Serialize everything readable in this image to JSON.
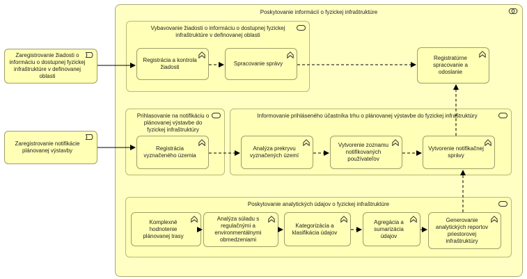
{
  "outer": {
    "title": "Poskytovanie informácií o fyzickej infraštruktúre"
  },
  "group_request": {
    "title": "Vybavovanie žiadosti o informáciu o dostupnej fyzickej infraštruktúre v definovanej oblasti"
  },
  "group_notif_login": {
    "title": "Prihlasovanie na notifikáciu o plánovanej výstavbe do fyzickej infraštruktúry"
  },
  "group_inform": {
    "title": "Informovanie prihláseného účastníka trhu o plánovanej výstavbe do fyzickej infraštruktúry"
  },
  "group_analytics": {
    "title": "Poskytovanie analytických údajov o fyzickej infraštruktúre"
  },
  "events": {
    "request_registered": "Zaregistrovanie žiadosti o informáciu o dostupnej fyzickej infraštruktúre v definovanej oblasti",
    "notification_registered": "Zaregistrovanie notifikácie plánovanej výstavby"
  },
  "processes": {
    "registration_check": "Registrácia a kontrola žiadosti",
    "message_processing": "Spracovanie správy",
    "register_processing_sending": "Registratúrne spracovanie a odoslanie",
    "area_registration": "Registrácia vyznačeného územia",
    "overlap_analysis": "Analýza prekryvu vyznačených území",
    "subscriber_list": "Vytvorenie zoznamu notifikovaných používateľov",
    "notification_message": "Vytvorenie notifikačnej správy",
    "route_assessment": "Komplexné hodnotenie plánovanej trasy",
    "compliance_analysis": "Analýza súladu s regulačnými a environmentálnymi obmedzeniami",
    "categorization": "Kategorizácia a klasifikácia údajov",
    "aggregation": "Agregácia a sumarizácia údajov",
    "report_generation": "Generovanie analytických reportov priestorovej infraštruktúry"
  },
  "icons": {
    "process": "process-icon",
    "service": "service-icon",
    "event": "event-icon",
    "collaboration": "collaboration-icon"
  }
}
